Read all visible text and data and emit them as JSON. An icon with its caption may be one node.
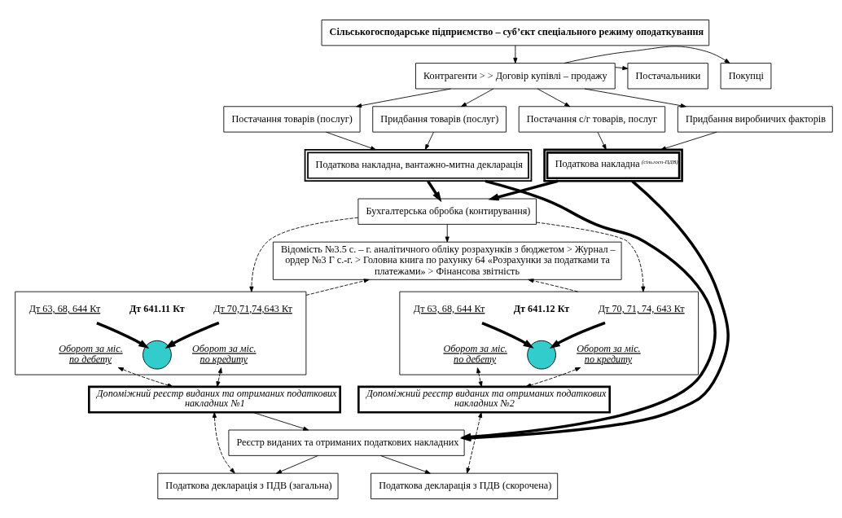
{
  "diagram": {
    "nodes": [
      {
        "text": [
          "Сільськогосподарське підприємство – суб’єкт спеціального режиму оподаткування"
        ]
      },
      {
        "text": [
          "Покупці"
        ]
      },
      {
        "text": [
          "Контрагенти > > Договір купівлі – продажу"
        ]
      },
      {
        "text": [
          "Постачальники"
        ]
      },
      {
        "text": [
          "Постачання товарів (послуг)"
        ]
      },
      {
        "text": [
          "Придбання товарів (послуг)"
        ]
      },
      {
        "text": [
          "Постачання с/г товарів, послуг"
        ]
      },
      {
        "text": [
          "Придбання виробничих факторів"
        ]
      },
      {
        "text": [
          "Податкова накладна, вантажно-митна декларація"
        ]
      },
      {
        "text": [
          "Податкова накладна $^{(сільгосп-ПДВ)}$"
        ]
      },
      {
        "text": [
          "Бухгалтерська обробка (контирування)"
        ]
      },
      {
        "text": [
          "Відомість №3.5 с. – г. аналітичного обліку розрахунків з бюджетом > Журнал – ордер №3 Г с.-г. > Головна книга по рахунку 64 «Розрахунки за податками та платежами» > Фінансова звітність"
        ]
      },
      {
        "text": [],
        "shape": "box"
      },
      {
        "text": [
          "Дт 63, 68, 644 Кт"
        ],
        "in": 12
      },
      {
        "text": [
          "Дт 641.11 Кт"
        ],
        "in": 12
      },
      {
        "text": [
          "Дт 70,71,74,643 Кт"
        ],
        "in": 12
      },
      {
        "text": [],
        "shape": "circle",
        "in": 12
      },
      {
        "text": [
          "Оборот за міс. по дебету"
        ],
        "in": 12
      },
      {
        "text": [
          "Оборот за міс. по кредиту"
        ],
        "in": 12
      },
      {
        "text": [],
        "shape": "box"
      },
      {
        "text": [
          "Дт 63, 68, 644 Кт"
        ],
        "in": 19
      },
      {
        "text": [
          "Дт 641.12 Кт"
        ],
        "in": 19
      },
      {
        "text": [
          "Дт 70, 71, 74, 643 Кт"
        ],
        "in": 19
      },
      {
        "text": [],
        "shape": "circle",
        "in": 19
      },
      {
        "text": [
          "Оборот за міс. по дебету"
        ],
        "in": 19
      },
      {
        "text": [
          "Оборот за міс. по кредиту"
        ],
        "in": 19
      },
      {
        "text": [
          "Допоміжний реєстр виданих та отриманих податкових накладних №1"
        ]
      },
      {
        "text": [
          "Допоміжний реєстр виданих та отриманих податкових накладних №2"
        ]
      },
      {
        "text": [
          "Реєстр виданих та отриманих податкових накладних"
        ]
      },
      {
        "text": [
          "Податкова декларація з ПДВ (загальна)"
        ]
      },
      {
        "text": [
          "Податкова декларація з ПДВ (скорочена)"
        ]
      }
    ],
    "edges": [
      {
        "from": 0,
        "to": 2,
        "arrow": "to"
      },
      {
        "from": 2,
        "to": 1,
        "arrow": "to"
      },
      {
        "from": 2,
        "to": 3,
        "arrow": "to"
      },
      {
        "from": 2,
        "to": 4,
        "arrow": "to"
      },
      {
        "from": 2,
        "to": 5,
        "arrow": "to"
      },
      {
        "from": 2,
        "to": 6,
        "arrow": "to"
      },
      {
        "from": 2,
        "to": 7,
        "arrow": "to"
      },
      {
        "from": 4,
        "to": 8,
        "arrow": "to"
      },
      {
        "from": 5,
        "to": 8,
        "arrow": "to"
      },
      {
        "from": 6,
        "to": 9,
        "arrow": "to"
      },
      {
        "from": 7,
        "to": 9,
        "arrow": "to"
      },
      {
        "from": 8,
        "to": 10,
        "arrow": "to",
        "style": "thick"
      },
      {
        "from": 9,
        "to": 10,
        "arrow": "to",
        "style": "thick"
      },
      {
        "from": 10,
        "to": 11,
        "arrow": "to"
      },
      {
        "from": 10,
        "to": 12,
        "arrow": "to",
        "style": "dashed"
      },
      {
        "from": 12,
        "to": 11,
        "arrow": "to",
        "style": "dashed"
      },
      {
        "from": 10,
        "to": 19,
        "arrow": "to",
        "style": "dashed"
      },
      {
        "from": 19,
        "to": 11,
        "arrow": "to",
        "style": "dashed"
      },
      {
        "from": 13,
        "to": 16,
        "arrow": "to",
        "style": "thick"
      },
      {
        "from": 15,
        "to": 16,
        "arrow": "to",
        "style": "thick"
      },
      {
        "from": 20,
        "to": 23,
        "arrow": "to",
        "style": "thick"
      },
      {
        "from": 22,
        "to": 23,
        "arrow": "to",
        "style": "thick"
      },
      {
        "from": 17,
        "to": 26,
        "arrow": "both",
        "style": "dashed"
      },
      {
        "from": 18,
        "to": 26,
        "arrow": "both",
        "style": "dashed"
      },
      {
        "from": 24,
        "to": 27,
        "arrow": "both",
        "style": "dashed"
      },
      {
        "from": 25,
        "to": 27,
        "arrow": "both",
        "style": "dashed"
      },
      {
        "from": 8,
        "to": 28,
        "arrow": "to",
        "style": "thick"
      },
      {
        "from": 9,
        "to": 28,
        "arrow": "to",
        "style": "thick"
      },
      {
        "from": 26,
        "to": 28,
        "arrow": "to"
      },
      {
        "from": 28,
        "to": 29,
        "arrow": "to"
      },
      {
        "from": 28,
        "to": 30,
        "arrow": "to"
      },
      {
        "from": 26,
        "to": 29,
        "arrow": "both",
        "style": "dashed"
      },
      {
        "from": 27,
        "to": 30,
        "arrow": "both",
        "style": "dashed"
      }
    ]
  }
}
